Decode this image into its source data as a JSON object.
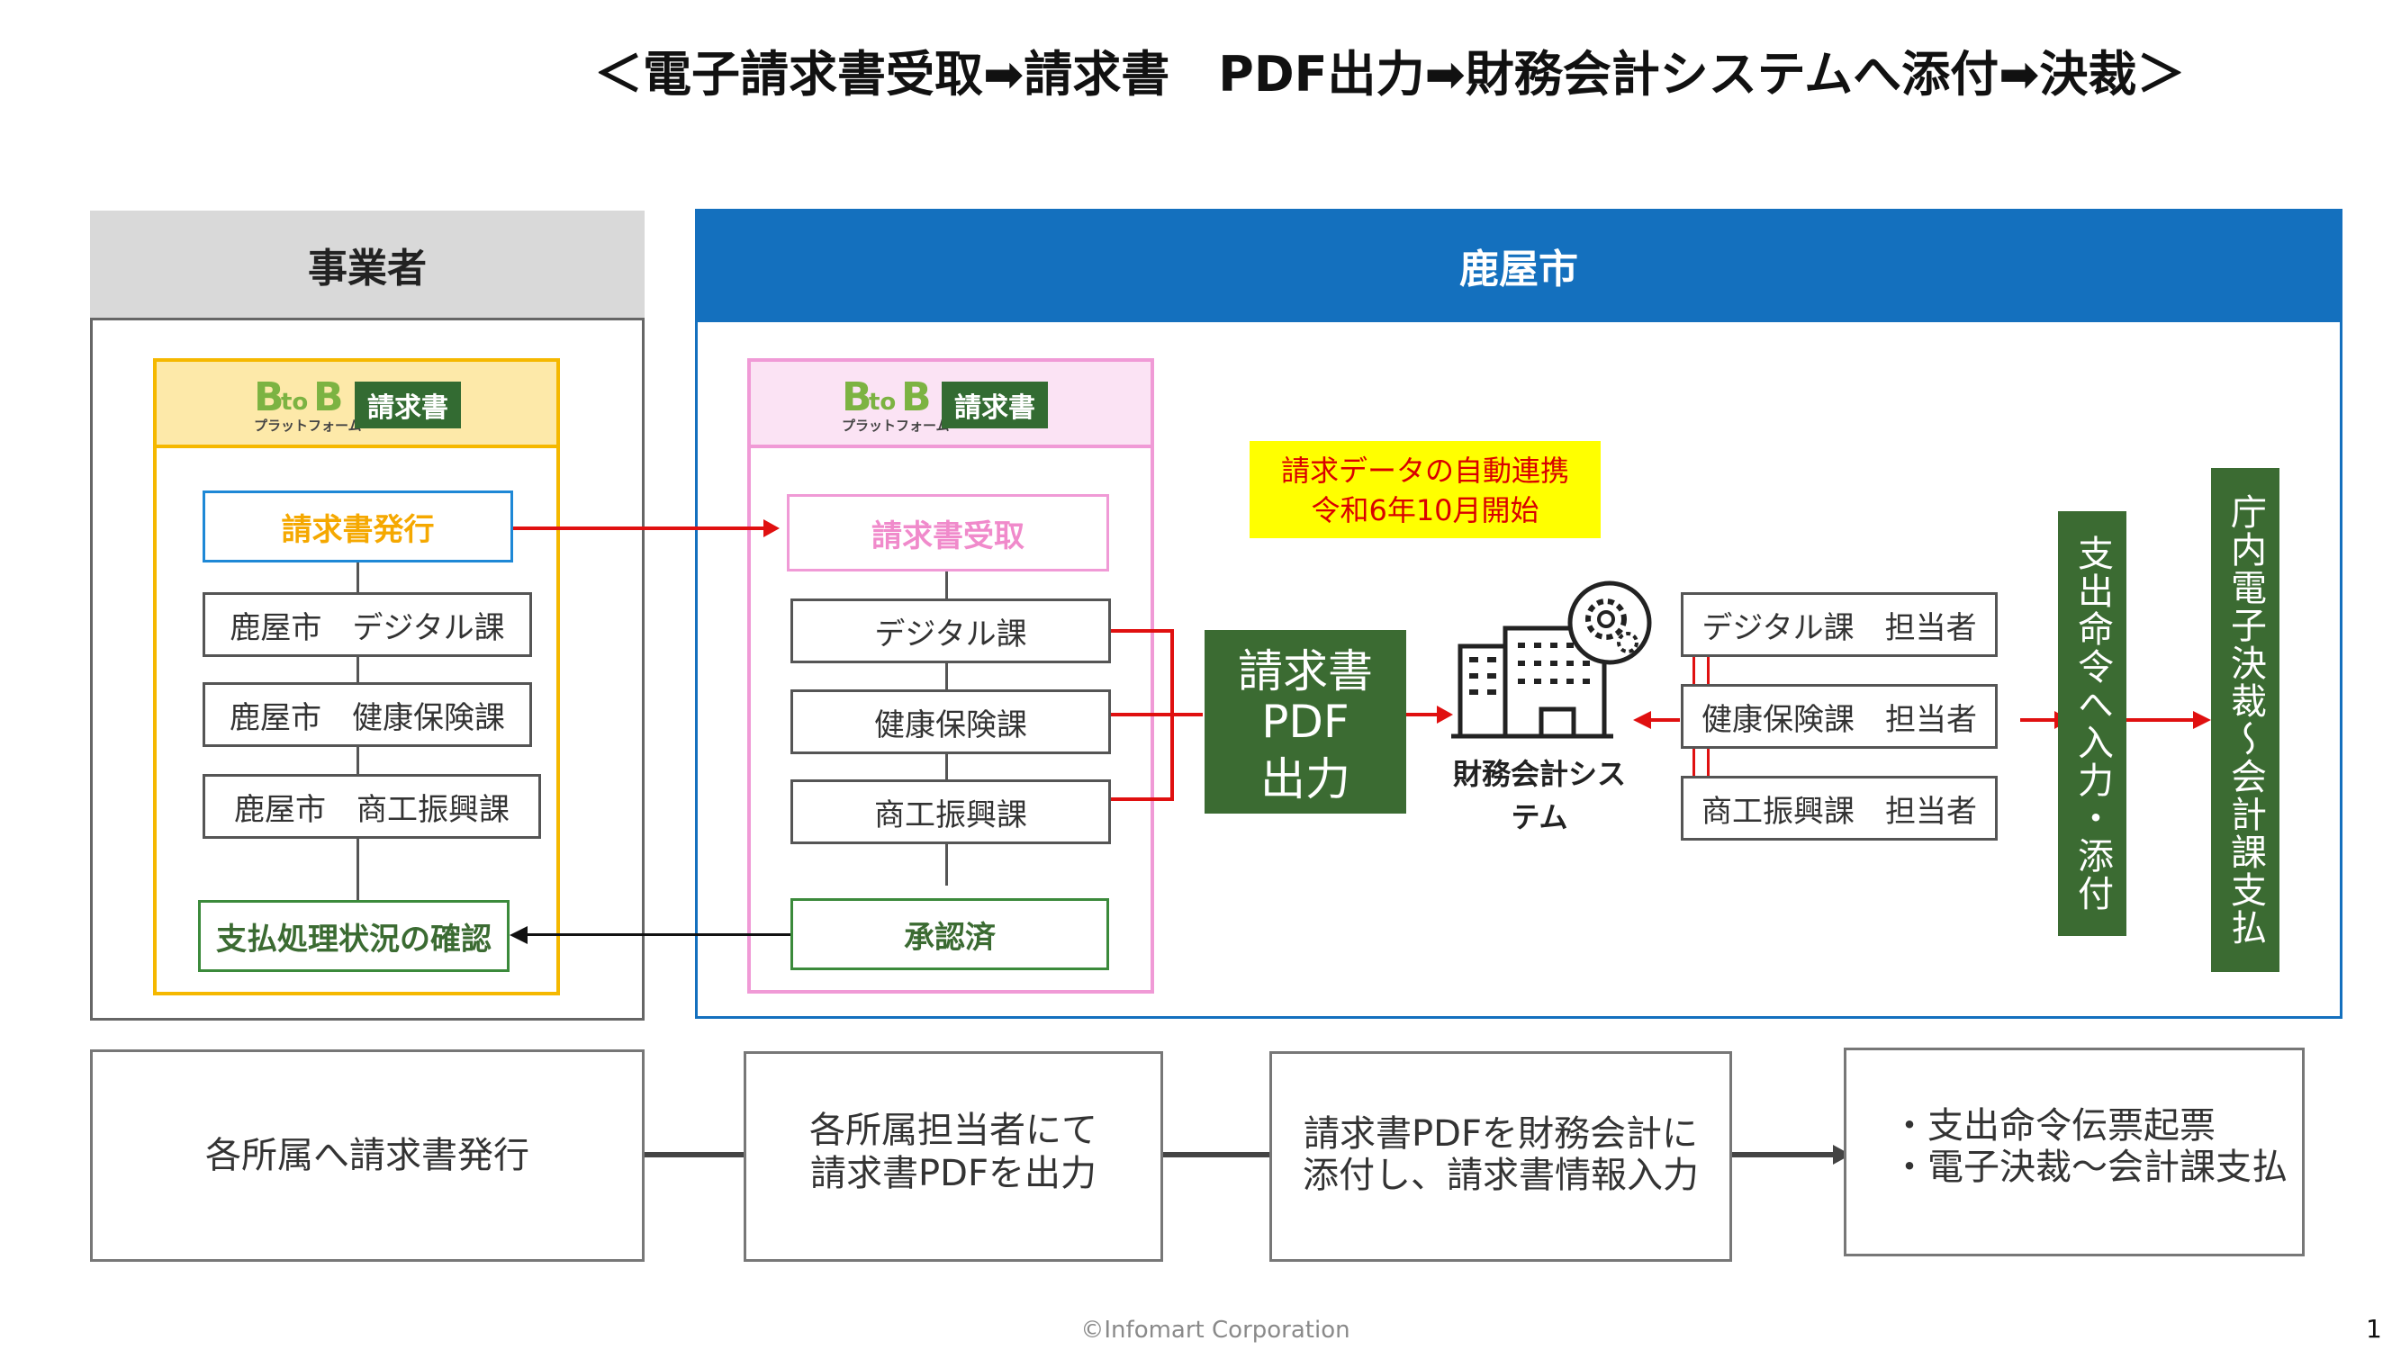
{
  "title": "＜電子請求書受取➡請求書　PDF出力➡財務会計システムへ添付➡決裁＞",
  "vendor": {
    "header": "事業者",
    "logo": {
      "b1": "B",
      "to": "to",
      "b2": "B",
      "subtitle": "プラットフォーム",
      "badge": "請求書"
    },
    "issue_box": "請求書発行",
    "departments": [
      "鹿屋市　デジタル課",
      "鹿屋市　健康保険課",
      "鹿屋市　商工振興課"
    ],
    "status_box": "支払処理状況の確認"
  },
  "city": {
    "header": "鹿屋市",
    "logo": {
      "b1": "B",
      "to": "to",
      "b2": "B",
      "subtitle": "プラットフォーム",
      "badge": "請求書"
    },
    "receive_box": "請求書受取",
    "departments": [
      "デジタル課",
      "健康保険課",
      "商工振興課"
    ],
    "approved_box": "承認済",
    "note_line1": "請求データの自動連携",
    "note_line2": "令和6年10月開始",
    "pdf_line1": "請求書",
    "pdf_line2": "PDF",
    "pdf_line3": "出力",
    "system_label_line1": "財務会計シス",
    "system_label_line2": "テム",
    "staff": [
      "デジタル課　担当者",
      "健康保険課　担当者",
      "商工振興課　担当者"
    ],
    "payment_order": "支出命令へ入力・添付",
    "e_approval": "庁内電子決裁～会計課支払"
  },
  "steps": {
    "step1": "各所属へ請求書発行",
    "step2_line1": "各所属担当者にて",
    "step2_line2": "請求書PDFを出力",
    "step3_line1": "請求書PDFを財務会計に",
    "step3_line2": "添付し、請求書情報入力",
    "step4_line1": "・支出命令伝票起票",
    "step4_line2": "・電子決裁～会計課支払"
  },
  "colors": {
    "vendor_platform_border": "#f5b800",
    "vendor_platform_fill": "#fde9a9",
    "city_platform_border": "#f09ad6",
    "city_platform_fill": "#fbe3f4",
    "city_blue": "#1470be",
    "green": "#3b6b32",
    "arrow_red": "#e01010",
    "note_yellow": "#ffff00",
    "note_text_red": "#d90000",
    "issue_text_orange": "#f5a800",
    "receive_text_pink": "#f08acb"
  },
  "footer": {
    "copyright": "©Infomart Corporation",
    "page_number": "1"
  }
}
